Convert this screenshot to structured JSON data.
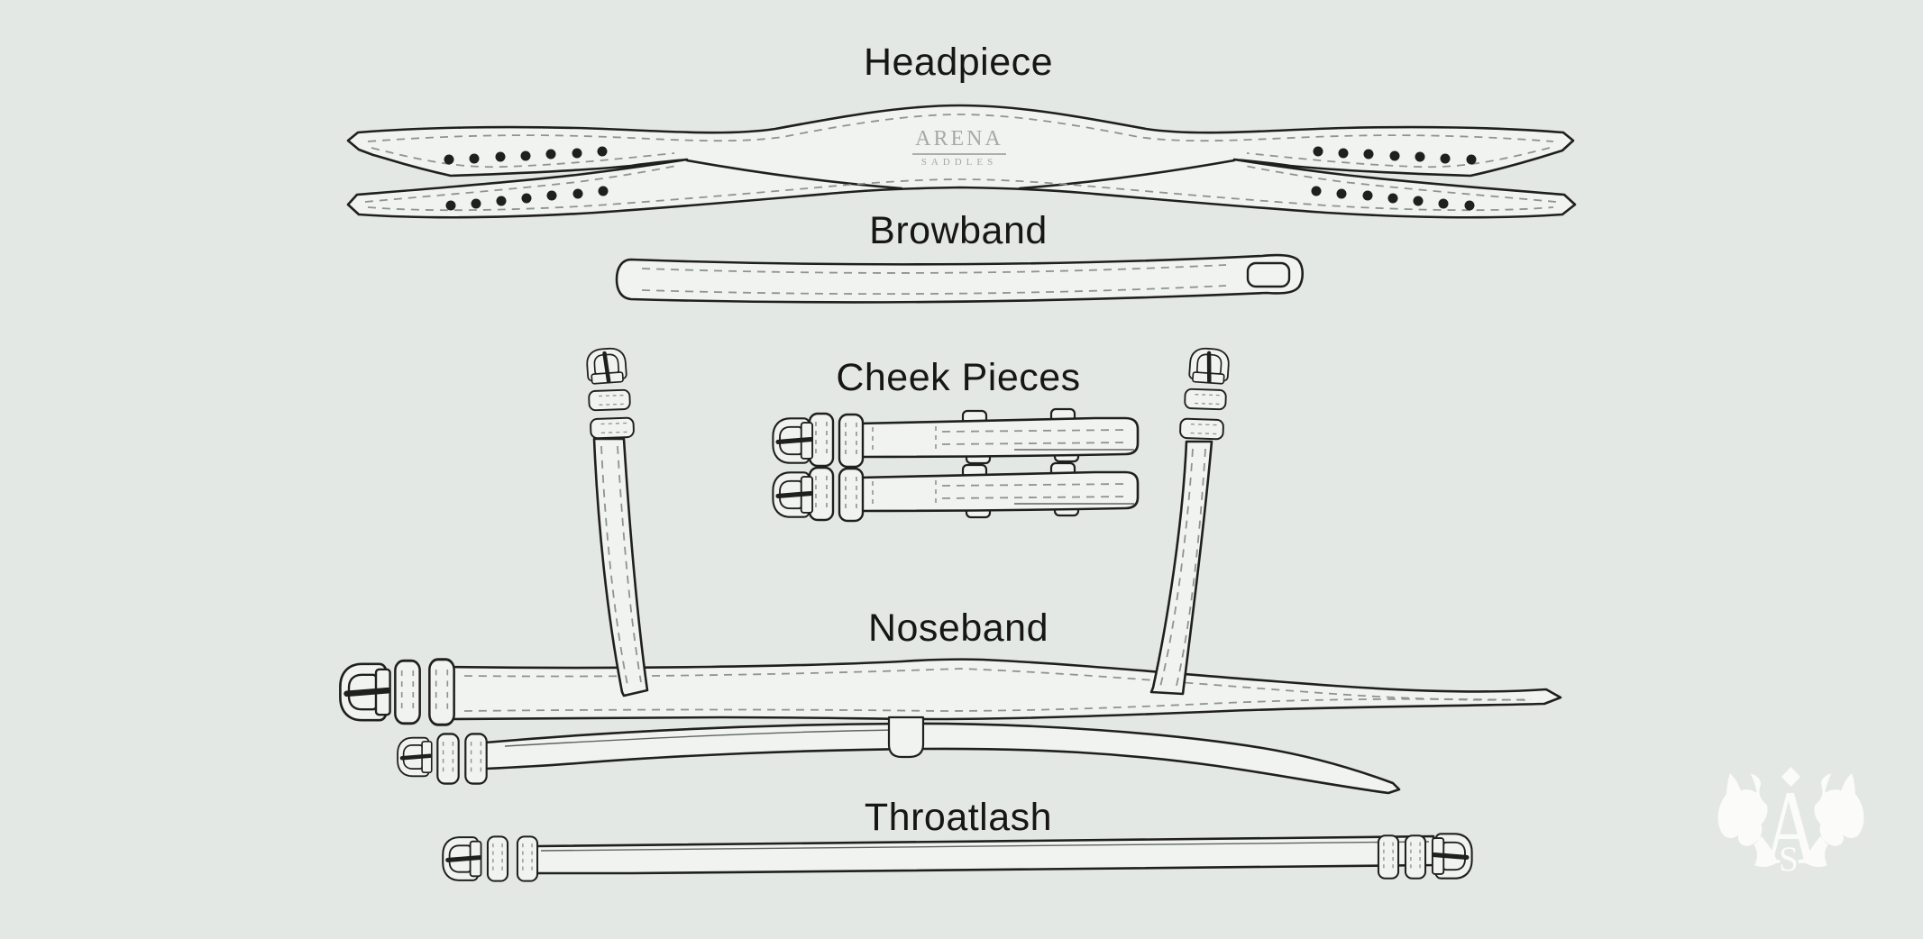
{
  "title": "Bridle parts diagram",
  "colors": {
    "background": "#e4e8e4",
    "line": "#1f1f1f",
    "stitch": "#8f948f",
    "strap_fill": "#f1f3f0",
    "brand_gray": "#a8a8ab",
    "watermark_white": "#fbfcfa"
  },
  "labels": {
    "headpiece": "Headpiece",
    "browband": "Browband",
    "cheek_pieces": "Cheek Pieces",
    "noseband": "Noseband",
    "throatlash": "Throatlash"
  },
  "brand": {
    "name": "ARENA",
    "subtitle": "SADDLES"
  },
  "watermark": {
    "letter_a": "A",
    "letter_s": "S"
  }
}
